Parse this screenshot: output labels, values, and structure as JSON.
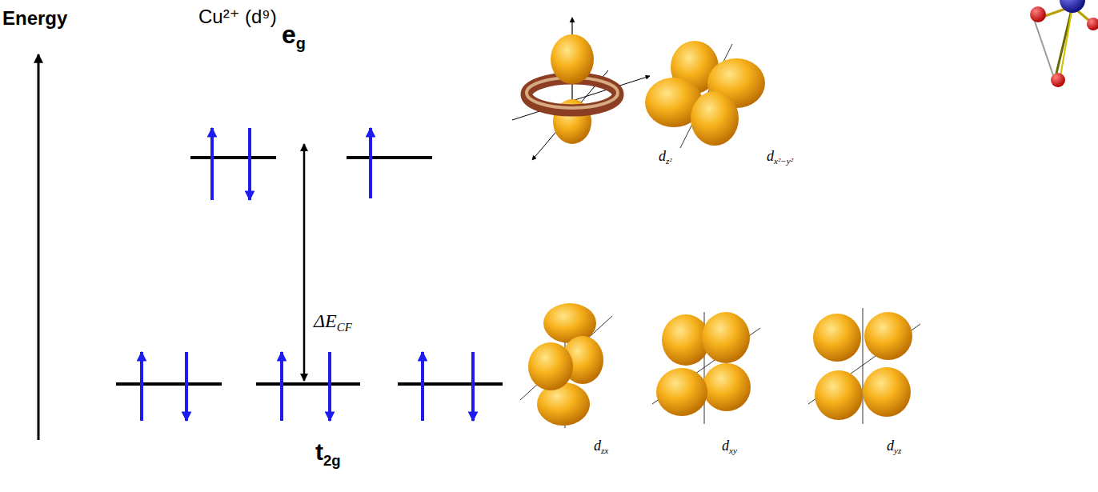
{
  "diagram": {
    "labels": [
      "Energy",
      "Cu²⁺ (d⁹)",
      "eg",
      "ΔECF",
      "t2g",
      "dz²",
      "dx²−y²",
      "dzx",
      "dxy",
      "dyz"
    ]
  }
}
